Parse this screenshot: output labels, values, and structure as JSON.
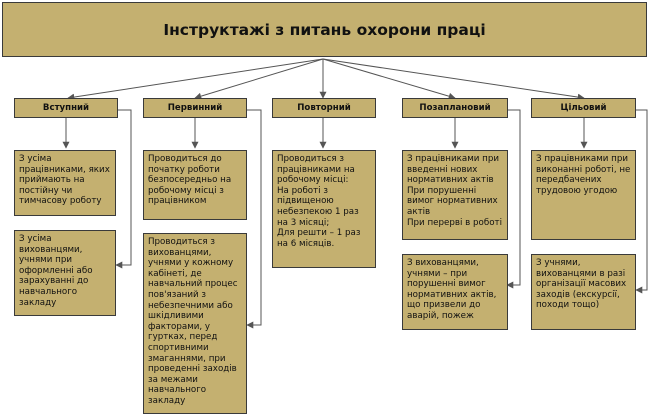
{
  "header": {
    "title": "Інструктажі з питань охорони праці"
  },
  "categories": [
    {
      "label": "Вступний",
      "notes": [
        "З усіма працівниками, яких приймають на постійну чи тимчасову роботу",
        "З усіма вихованцями, учнями при оформленні або зарахуванні до навчального закладу"
      ]
    },
    {
      "label": "Первинний",
      "notes": [
        "Проводиться до початку роботи безпосередньо на робочому місці з працівником",
        "Проводиться з вихованцями, учнями у кожному кабінеті, де навчальний процес пов'язаний з небезпечними або шкідливими факторами, у гуртках, перед спортивними змаганнями, при проведенні заходів за межами навчального закладу"
      ]
    },
    {
      "label": "Повторний",
      "notes": [
        "Проводиться з працівниками на робочому місці:\nНа роботі з підвищеною небезпекою 1 раз на 3 місяці;\nДля решти – 1 раз на 6 місяців."
      ]
    },
    {
      "label": "Позаплановий",
      "notes": [
        "З працівниками при введенні нових нормативних актів\nПри порушенні вимог нормативних актів\nПри перерві в роботі",
        "З вихованцями, учнями – при порушенні вимог нормативних актів, що призвели до аварій, пожеж"
      ]
    },
    {
      "label": "Цільовий",
      "notes": [
        "З працівниками при виконанні роботі, не передбачених трудовою угодою",
        "З учнями, вихованцями в разі організації масових заходів (екскурсії, походи тощо)"
      ]
    }
  ]
}
